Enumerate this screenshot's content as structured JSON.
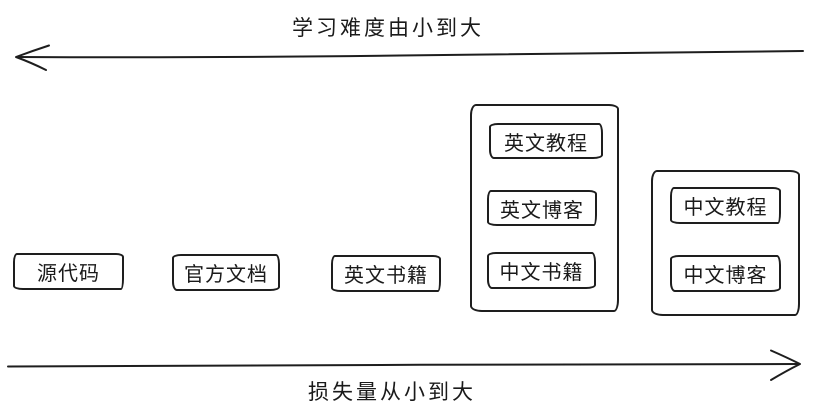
{
  "diagram": {
    "background": "#ffffff",
    "stroke_color": "#1e1e1e",
    "text_color": "#1a1a1a",
    "top_axis": {
      "label": "学习难度由小到大",
      "direction": "left"
    },
    "bottom_axis": {
      "label": "损失量从小到大",
      "direction": "right"
    },
    "nodes": [
      {
        "id": "source-code",
        "label": "源代码"
      },
      {
        "id": "official-docs",
        "label": "官方文档"
      },
      {
        "id": "english-books",
        "label": "英文书籍"
      }
    ],
    "groups": [
      {
        "id": "english-resources-group",
        "items": [
          {
            "id": "english-tutorials",
            "label": "英文教程"
          },
          {
            "id": "english-blogs",
            "label": "英文博客"
          },
          {
            "id": "chinese-books",
            "label": "中文书籍"
          }
        ]
      },
      {
        "id": "chinese-resources-group",
        "items": [
          {
            "id": "chinese-tutorials",
            "label": "中文教程"
          },
          {
            "id": "chinese-blogs",
            "label": "中文博客"
          }
        ]
      }
    ]
  }
}
